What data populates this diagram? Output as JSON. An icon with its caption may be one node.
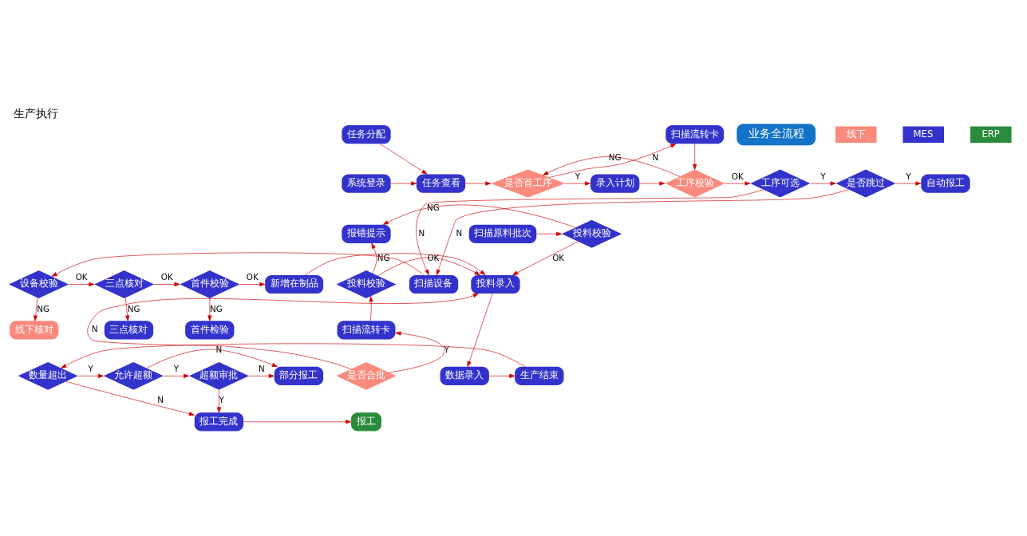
{
  "diagram": {
    "title": "生产执行",
    "nodes": [
      {
        "text": [
          "任务分配"
        ]
      },
      {
        "text": [
          "扫描流转卡"
        ]
      },
      {
        "text": [
          "系统登录"
        ]
      },
      {
        "text": [
          "任务查看"
        ]
      },
      {
        "text": [
          "是否首工序"
        ]
      },
      {
        "text": [
          "录入计划"
        ]
      },
      {
        "text": [
          "工序校验"
        ]
      },
      {
        "text": [
          "工序可选"
        ]
      },
      {
        "text": [
          "是否跳过"
        ]
      },
      {
        "text": [
          "自动报工"
        ]
      },
      {
        "text": [
          "报错提示"
        ]
      },
      {
        "text": [
          "投料校验"
        ]
      },
      {
        "text": [
          "扫描原料批次"
        ]
      },
      {
        "text": [
          "投料校验"
        ]
      },
      {
        "text": [
          "投料录入"
        ]
      },
      {
        "text": [
          "新增在制品"
        ]
      },
      {
        "text": [
          "首件校验"
        ]
      },
      {
        "text": [
          "三点核对"
        ]
      },
      {
        "text": [
          "设备校验"
        ]
      },
      {
        "text": [
          "扫描设备"
        ]
      },
      {
        "text": [
          "首件检验"
        ]
      },
      {
        "text": [
          "三点核对"
        ]
      },
      {
        "text": [
          "线下核对"
        ]
      },
      {
        "text": [
          "扫描流转卡"
        ]
      },
      {
        "text": [
          "是否合批"
        ]
      },
      {
        "text": [
          "数据录入"
        ]
      },
      {
        "text": [
          "生产结束"
        ]
      },
      {
        "text": [
          "数量超出"
        ]
      },
      {
        "text": [
          "允许超额"
        ]
      },
      {
        "text": [
          "超额审批"
        ]
      },
      {
        "text": [
          "部分报工"
        ]
      },
      {
        "text": [
          "报工"
        ]
      },
      {
        "text": [
          "报工完成"
        ]
      }
    ],
    "edges": [
      {
        "from": 2,
        "to": 3,
        "arrow": "to"
      },
      {
        "from": 0,
        "to": 3,
        "arrow": "to"
      },
      {
        "from": 3,
        "to": 4,
        "arrow": "to"
      },
      {
        "from": 4,
        "to": 1,
        "arrow": "to",
        "label": "N"
      },
      {
        "from": 4,
        "to": 5,
        "arrow": "to",
        "label": "Y"
      },
      {
        "from": 5,
        "to": 6,
        "arrow": "to"
      },
      {
        "from": 1,
        "to": 6,
        "arrow": "to"
      },
      {
        "from": 6,
        "to": 4,
        "arrow": "to",
        "label": "NG"
      },
      {
        "from": 6,
        "to": 7,
        "arrow": "to",
        "label": "OK"
      },
      {
        "from": 7,
        "to": 8,
        "arrow": "to",
        "label": "Y"
      },
      {
        "from": 8,
        "to": 9,
        "arrow": "to",
        "label": "Y"
      },
      {
        "from": 7,
        "to": 19,
        "arrow": "to",
        "label": "N"
      },
      {
        "from": 8,
        "to": 19,
        "arrow": "to",
        "label": "N"
      },
      {
        "from": 19,
        "to": 18,
        "arrow": "to"
      },
      {
        "from": 18,
        "to": 17,
        "arrow": "to",
        "label": "OK"
      },
      {
        "from": 18,
        "to": 22,
        "arrow": "to",
        "label": "NG"
      },
      {
        "from": 17,
        "to": 16,
        "arrow": "to",
        "label": "OK"
      },
      {
        "from": 17,
        "to": 21,
        "arrow": "to",
        "label": "NG"
      },
      {
        "from": 16,
        "to": 15,
        "arrow": "to",
        "label": "OK"
      },
      {
        "from": 16,
        "to": 20,
        "arrow": "to",
        "label": "NG"
      },
      {
        "from": 15,
        "to": 14,
        "arrow": "to"
      },
      {
        "from": 12,
        "to": 11,
        "arrow": "to"
      },
      {
        "from": 11,
        "to": 10,
        "arrow": "to",
        "label": "NG"
      },
      {
        "from": 11,
        "to": 14,
        "arrow": "to",
        "label": "OK"
      },
      {
        "from": 13,
        "to": 10,
        "arrow": "to",
        "label": "NG"
      },
      {
        "from": 13,
        "to": 14,
        "arrow": "to",
        "label": "OK"
      },
      {
        "from": 24,
        "to": 23,
        "arrow": "to",
        "label": "Y"
      },
      {
        "from": 23,
        "to": 13,
        "arrow": "to"
      },
      {
        "from": 24,
        "to": 14,
        "arrow": "to",
        "label": "N"
      },
      {
        "from": 14,
        "to": 25,
        "arrow": "to"
      },
      {
        "from": 25,
        "to": 26,
        "arrow": "to"
      },
      {
        "from": 26,
        "to": 27,
        "arrow": "to"
      },
      {
        "from": 27,
        "to": 28,
        "arrow": "to",
        "label": "Y"
      },
      {
        "from": 27,
        "to": 32,
        "arrow": "to",
        "label": "N"
      },
      {
        "from": 28,
        "to": 29,
        "arrow": "to",
        "label": "Y"
      },
      {
        "from": 28,
        "to": 30,
        "arrow": "to",
        "label": "N"
      },
      {
        "from": 29,
        "to": 30,
        "arrow": "to",
        "label": "N"
      },
      {
        "from": 29,
        "to": 32,
        "arrow": "to",
        "label": "Y"
      },
      {
        "from": 32,
        "to": 31,
        "arrow": "to"
      }
    ],
    "labels": [
      "业务全流程"
    ],
    "legend": [
      {
        "text": "线下",
        "color": "#fa8a7c"
      },
      {
        "text": "MES",
        "color": "#3333cc"
      },
      {
        "text": "ERP",
        "color": "#2a8c3a"
      }
    ]
  }
}
